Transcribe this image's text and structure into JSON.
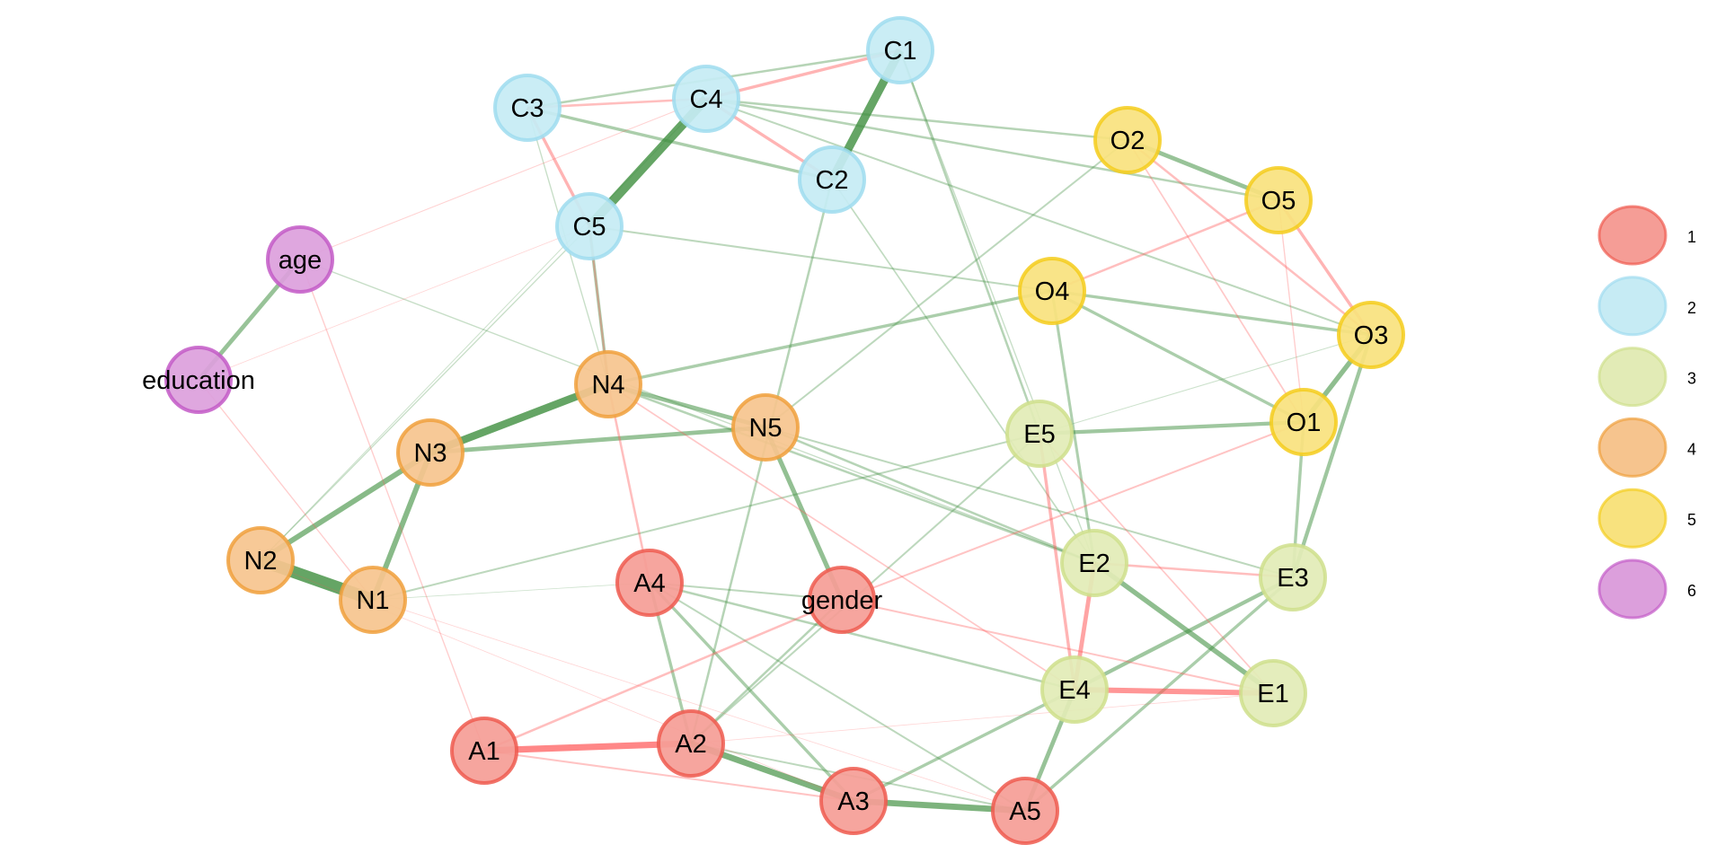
{
  "chart_data": {
    "type": "network",
    "title": "",
    "positive_edge_color": "#3f8f3f",
    "negative_edge_color": "#ff5555",
    "groups": [
      {
        "id": "1",
        "label": "1",
        "fill": "#f59d96",
        "stroke": "#ef5a4f"
      },
      {
        "id": "2",
        "label": "2",
        "fill": "#c6ebf4",
        "stroke": "#9fdcef"
      },
      {
        "id": "3",
        "label": "3",
        "fill": "#e2ebb6",
        "stroke": "#cfdf8c"
      },
      {
        "id": "4",
        "label": "4",
        "fill": "#f6c48e",
        "stroke": "#f0a03c"
      },
      {
        "id": "5",
        "label": "5",
        "fill": "#f8e27e",
        "stroke": "#f4cd1c"
      },
      {
        "id": "6",
        "label": "6",
        "fill": "#dc9fdc",
        "stroke": "#c35bc7"
      }
    ],
    "nodes": [
      {
        "id": "A1",
        "label": "A1",
        "group": "1"
      },
      {
        "id": "A2",
        "label": "A2",
        "group": "1"
      },
      {
        "id": "A3",
        "label": "A3",
        "group": "1"
      },
      {
        "id": "A4",
        "label": "A4",
        "group": "1"
      },
      {
        "id": "A5",
        "label": "A5",
        "group": "1"
      },
      {
        "id": "gender",
        "label": "gender",
        "group": "1"
      },
      {
        "id": "C1",
        "label": "C1",
        "group": "2"
      },
      {
        "id": "C2",
        "label": "C2",
        "group": "2"
      },
      {
        "id": "C3",
        "label": "C3",
        "group": "2"
      },
      {
        "id": "C4",
        "label": "C4",
        "group": "2"
      },
      {
        "id": "C5",
        "label": "C5",
        "group": "2"
      },
      {
        "id": "E1",
        "label": "E1",
        "group": "3"
      },
      {
        "id": "E2",
        "label": "E2",
        "group": "3"
      },
      {
        "id": "E3",
        "label": "E3",
        "group": "3"
      },
      {
        "id": "E4",
        "label": "E4",
        "group": "3"
      },
      {
        "id": "E5",
        "label": "E5",
        "group": "3"
      },
      {
        "id": "N1",
        "label": "N1",
        "group": "4"
      },
      {
        "id": "N2",
        "label": "N2",
        "group": "4"
      },
      {
        "id": "N3",
        "label": "N3",
        "group": "4"
      },
      {
        "id": "N4",
        "label": "N4",
        "group": "4"
      },
      {
        "id": "N5",
        "label": "N5",
        "group": "4"
      },
      {
        "id": "O1",
        "label": "O1",
        "group": "5"
      },
      {
        "id": "O2",
        "label": "O2",
        "group": "5"
      },
      {
        "id": "O3",
        "label": "O3",
        "group": "5"
      },
      {
        "id": "O4",
        "label": "O4",
        "group": "5"
      },
      {
        "id": "O5",
        "label": "O5",
        "group": "5"
      },
      {
        "id": "age",
        "label": "age",
        "group": "6"
      },
      {
        "id": "education",
        "label": "education",
        "group": "6"
      }
    ],
    "edges": [
      {
        "from": "N1",
        "to": "N2",
        "weight": 0.8
      },
      {
        "from": "C4",
        "to": "C5",
        "weight": 0.6
      },
      {
        "from": "C1",
        "to": "C2",
        "weight": 0.55
      },
      {
        "from": "N3",
        "to": "N4",
        "weight": 0.5
      },
      {
        "from": "N1",
        "to": "N3",
        "weight": 0.35
      },
      {
        "from": "N2",
        "to": "N3",
        "weight": 0.35
      },
      {
        "from": "A2",
        "to": "A3",
        "weight": 0.4
      },
      {
        "from": "A3",
        "to": "A5",
        "weight": 0.4
      },
      {
        "from": "N4",
        "to": "N5",
        "weight": 0.28
      },
      {
        "from": "N3",
        "to": "N5",
        "weight": 0.28
      },
      {
        "from": "N5",
        "to": "gender",
        "weight": 0.3
      },
      {
        "from": "age",
        "to": "education",
        "weight": 0.28
      },
      {
        "from": "O2",
        "to": "O5",
        "weight": 0.28
      },
      {
        "from": "O1",
        "to": "O3",
        "weight": 0.32
      },
      {
        "from": "E3",
        "to": "O3",
        "weight": 0.25
      },
      {
        "from": "E2",
        "to": "E1",
        "weight": 0.32
      },
      {
        "from": "E4",
        "to": "A5",
        "weight": 0.28
      },
      {
        "from": "E4",
        "to": "E3",
        "weight": 0.25
      },
      {
        "from": "A3",
        "to": "E4",
        "weight": 0.2
      },
      {
        "from": "A5",
        "to": "E3",
        "weight": 0.2
      },
      {
        "from": "E5",
        "to": "O1",
        "weight": 0.25
      },
      {
        "from": "O4",
        "to": "O3",
        "weight": 0.2
      },
      {
        "from": "O4",
        "to": "O1",
        "weight": 0.2
      },
      {
        "from": "O4",
        "to": "N4",
        "weight": 0.2
      },
      {
        "from": "O4",
        "to": "E2",
        "weight": 0.18
      },
      {
        "from": "C3",
        "to": "C2",
        "weight": 0.2
      },
      {
        "from": "C3",
        "to": "C1",
        "weight": 0.15
      },
      {
        "from": "C4",
        "to": "O2",
        "weight": 0.15
      },
      {
        "from": "C4",
        "to": "O5",
        "weight": 0.15
      },
      {
        "from": "C4",
        "to": "O3",
        "weight": 0.12
      },
      {
        "from": "C5",
        "to": "O4",
        "weight": 0.12
      },
      {
        "from": "C5",
        "to": "N4",
        "weight": 0.2
      },
      {
        "from": "C1",
        "to": "E5",
        "weight": 0.15
      },
      {
        "from": "C1",
        "to": "E2",
        "weight": 0.08
      },
      {
        "from": "C2",
        "to": "A2",
        "weight": 0.15
      },
      {
        "from": "C2",
        "to": "E2",
        "weight": 0.1
      },
      {
        "from": "A4",
        "to": "A2",
        "weight": 0.2
      },
      {
        "from": "A4",
        "to": "A3",
        "weight": 0.2
      },
      {
        "from": "A4",
        "to": "A5",
        "weight": 0.12
      },
      {
        "from": "A4",
        "to": "gender",
        "weight": 0.12
      },
      {
        "from": "A4",
        "to": "E4",
        "weight": 0.15
      },
      {
        "from": "A2",
        "to": "gender",
        "weight": 0.15
      },
      {
        "from": "A2",
        "to": "A5",
        "weight": 0.12
      },
      {
        "from": "E5",
        "to": "A2",
        "weight": 0.12
      },
      {
        "from": "E3",
        "to": "O1",
        "weight": 0.2
      },
      {
        "from": "N4",
        "to": "E2",
        "weight": 0.15
      },
      {
        "from": "N5",
        "to": "E2",
        "weight": 0.15
      },
      {
        "from": "N5",
        "to": "E3",
        "weight": 0.12
      },
      {
        "from": "N1",
        "to": "E5",
        "weight": 0.12
      },
      {
        "from": "O2",
        "to": "N5",
        "weight": 0.12
      },
      {
        "from": "N2",
        "to": "C5",
        "weight": 0.08
      },
      {
        "from": "N2",
        "to": "C4",
        "weight": 0.06
      },
      {
        "from": "age",
        "to": "E2",
        "weight": 0.08
      },
      {
        "from": "N1",
        "to": "A4",
        "weight": 0.05
      },
      {
        "from": "C3",
        "to": "N4",
        "weight": 0.08
      },
      {
        "from": "E5",
        "to": "O3",
        "weight": 0.06
      },
      {
        "from": "A1",
        "to": "A2",
        "weight": -0.42
      },
      {
        "from": "E4",
        "to": "E1",
        "weight": -0.35
      },
      {
        "from": "E2",
        "to": "E4",
        "weight": -0.28
      },
      {
        "from": "E5",
        "to": "E4",
        "weight": -0.2
      },
      {
        "from": "C3",
        "to": "C5",
        "weight": -0.2
      },
      {
        "from": "C4",
        "to": "C1",
        "weight": -0.2
      },
      {
        "from": "C4",
        "to": "C2",
        "weight": -0.2
      },
      {
        "from": "C3",
        "to": "C4",
        "weight": -0.15
      },
      {
        "from": "O5",
        "to": "O3",
        "weight": -0.2
      },
      {
        "from": "O2",
        "to": "O3",
        "weight": -0.15
      },
      {
        "from": "O5",
        "to": "O4",
        "weight": -0.15
      },
      {
        "from": "O2",
        "to": "O1",
        "weight": -0.1
      },
      {
        "from": "O5",
        "to": "O1",
        "weight": -0.08
      },
      {
        "from": "A1",
        "to": "gender",
        "weight": -0.15
      },
      {
        "from": "A1",
        "to": "A3",
        "weight": -0.12
      },
      {
        "from": "gender",
        "to": "O1",
        "weight": -0.12
      },
      {
        "from": "gender",
        "to": "E1",
        "weight": -0.12
      },
      {
        "from": "E2",
        "to": "E3",
        "weight": -0.15
      },
      {
        "from": "N4",
        "to": "A4",
        "weight": -0.15
      },
      {
        "from": "N4",
        "to": "E4",
        "weight": -0.1
      },
      {
        "from": "E5",
        "to": "E1",
        "weight": -0.1
      },
      {
        "from": "C5",
        "to": "N4",
        "weight": -0.12
      },
      {
        "from": "age",
        "to": "A1",
        "weight": -0.08
      },
      {
        "from": "education",
        "to": "N1",
        "weight": -0.08
      },
      {
        "from": "age",
        "to": "C4",
        "weight": -0.06
      },
      {
        "from": "N1",
        "to": "A5",
        "weight": -0.04
      },
      {
        "from": "N2",
        "to": "A3",
        "weight": -0.04
      },
      {
        "from": "A2",
        "to": "E1",
        "weight": -0.04
      },
      {
        "from": "education",
        "to": "C5",
        "weight": -0.04
      }
    ]
  }
}
